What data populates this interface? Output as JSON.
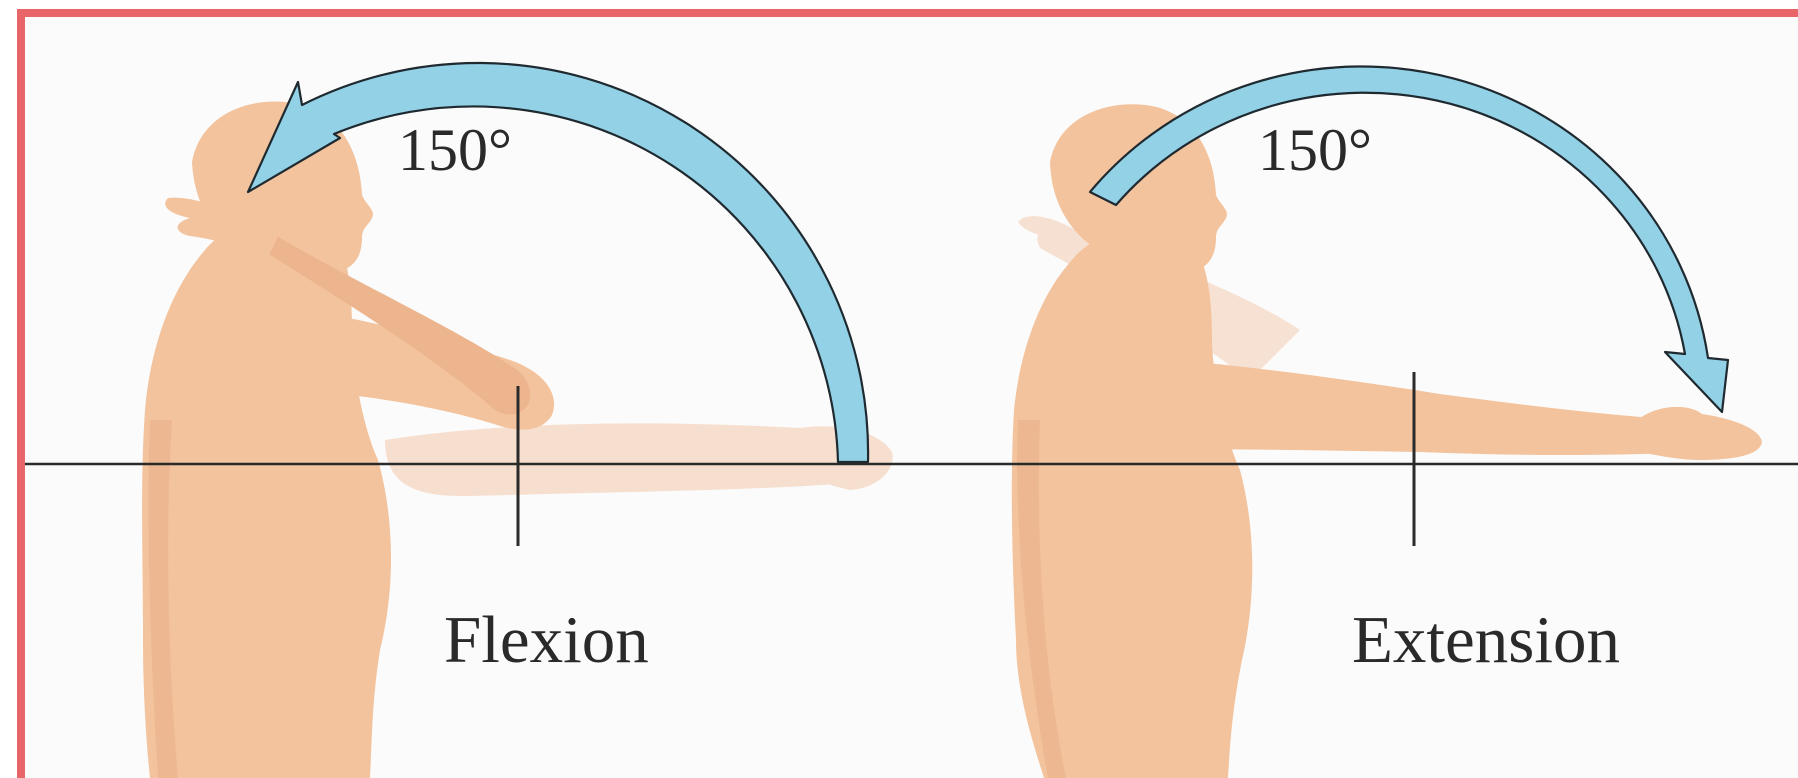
{
  "panels": [
    {
      "angle_label": "150°",
      "caption": "Flexion"
    },
    {
      "angle_label": "150°",
      "caption": "Extension"
    }
  ],
  "colors": {
    "frame": "#e8656a",
    "skin": "#f3c39d",
    "skin_shadow": "#e3a47c",
    "skin_ghost": "#f6dccb",
    "arrow_fill": "#93d1e6",
    "arrow_stroke": "#1f2a30",
    "line": "#2a2a2a"
  }
}
